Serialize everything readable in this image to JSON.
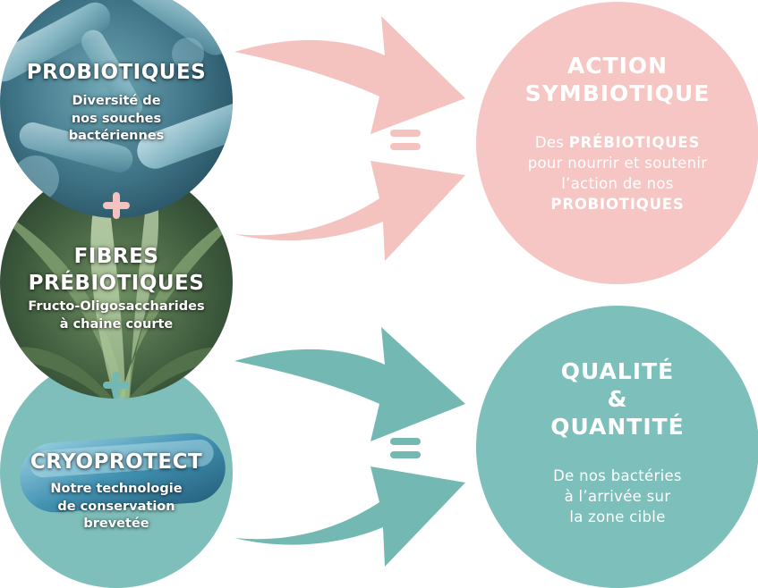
{
  "colors": {
    "pink": "#f5c6c3",
    "teal": "#7dbfbb",
    "pink_arrow": "#f4c3c0",
    "teal_arrow": "#74b8b3"
  },
  "probiotiques": {
    "title": "PROBIOTIQUES",
    "line1": "Diversité de",
    "line2": "nos souches",
    "line3": "bactériennes"
  },
  "fibres": {
    "title_line1": "FIBRES",
    "title_line2": "PRÉBIOTIQUES",
    "line1": "Fructo-Oligosaccharides",
    "line2": "à chaine courte"
  },
  "cryoprotect": {
    "title": "CRYOPROTECT",
    "line1": "Notre technologie",
    "line2": "de conservation",
    "line3": "brevetée"
  },
  "action": {
    "title_line1": "ACTION",
    "title_line2": "SYMBIOTIQUE",
    "desc_pre": "Des",
    "desc_strong1": "PRÉBIOTIQUES",
    "desc_mid1": "pour nourrir et soutenir",
    "desc_mid2": "l’action de nos",
    "desc_strong2": "PROBIOTIQUES"
  },
  "qualite": {
    "title_line1": "QUALITÉ",
    "title_line2": "&",
    "title_line3": "QUANTITÉ",
    "line1": "De nos bactéries",
    "line2": "à l’arrivée sur",
    "line3": "la zone cible"
  },
  "icons": {
    "plus": "plus-icon",
    "equals": "equals-icon"
  }
}
